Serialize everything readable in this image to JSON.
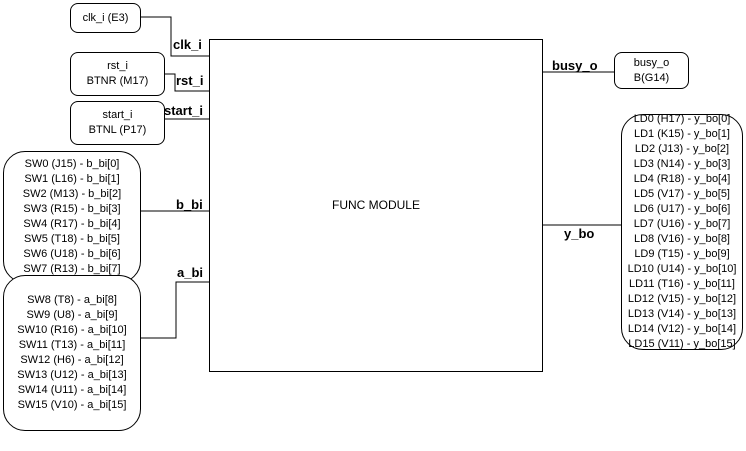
{
  "module": {
    "label": "FUNC MODULE"
  },
  "inputs": {
    "clk": {
      "signal": "clk_i",
      "pin_lines": [
        "clk_i (E3)"
      ]
    },
    "rst": {
      "signal": "rst_i",
      "pin_lines": [
        "rst_i",
        "BTNR (M17)"
      ]
    },
    "start": {
      "signal": "start_i",
      "pin_lines": [
        "start_i",
        "BTNL (P17)"
      ]
    },
    "b": {
      "signal": "b_bi",
      "pin_lines": [
        "SW0 (J15) - b_bi[0]",
        "SW1 (L16) - b_bi[1]",
        "SW2 (M13) - b_bi[2]",
        "SW3 (R15) - b_bi[3]",
        "SW4 (R17) - b_bi[4]",
        "SW5 (T18) - b_bi[5]",
        "SW6 (U18) - b_bi[6]",
        "SW7 (R13) - b_bi[7]"
      ]
    },
    "a": {
      "signal": "a_bi",
      "pin_lines": [
        "SW8 (T8) - a_bi[8]",
        "SW9 (U8) - a_bi[9]",
        "SW10 (R16) - a_bi[10]",
        "SW11 (T13) - a_bi[11]",
        "SW12 (H6) - a_bi[12]",
        "SW13 (U12) - a_bi[13]",
        "SW14 (U11) - a_bi[14]",
        "SW15 (V10) - a_bi[15]"
      ]
    }
  },
  "outputs": {
    "busy": {
      "signal": "busy_o",
      "pin_lines": [
        "busy_o",
        "B(G14)"
      ]
    },
    "y": {
      "signal": "y_bo",
      "pin_lines": [
        "LD0 (H17) - y_bo[0]",
        "LD1 (K15) - y_bo[1]",
        "LD2 (J13) - y_bo[2]",
        "LD3 (N14) - y_bo[3]",
        "LD4 (R18) - y_bo[4]",
        "LD5 (V17) - y_bo[5]",
        "LD6 (U17) - y_bo[6]",
        "LD7 (U16) - y_bo[7]",
        "LD8 (V16) - y_bo[8]",
        "LD9 (T15) - y_bo[9]",
        "LD10 (U14) - y_bo[10]",
        "LD11 (T16) - y_bo[11]",
        "LD12 (V15) - y_bo[12]",
        "LD13 (V14) - y_bo[13]",
        "LD14 (V12) - y_bo[14]",
        "LD15 (V11) - y_bo[15]"
      ]
    }
  }
}
